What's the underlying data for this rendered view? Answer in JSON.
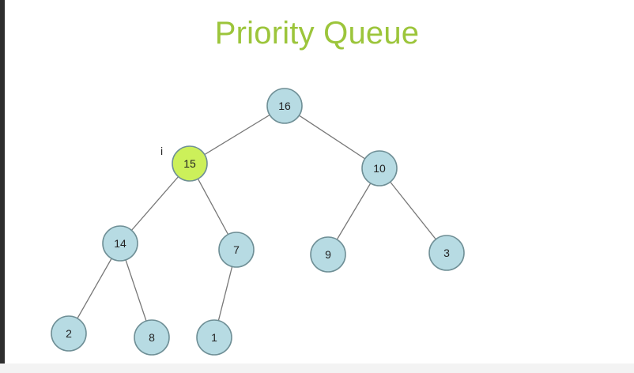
{
  "title": "Priority Queue",
  "marker_label": "i",
  "colors": {
    "title": "#9cc53b",
    "node_fill": "#b7dbe3",
    "node_highlight_fill": "#ccf05a",
    "node_stroke": "#6f8f96",
    "edge": "#777777"
  },
  "tree": {
    "nodes": [
      {
        "id": "n16",
        "value": "16",
        "highlighted": false
      },
      {
        "id": "n15",
        "value": "15",
        "highlighted": true
      },
      {
        "id": "n10",
        "value": "10",
        "highlighted": false
      },
      {
        "id": "n14",
        "value": "14",
        "highlighted": false
      },
      {
        "id": "n7",
        "value": "7",
        "highlighted": false
      },
      {
        "id": "n9",
        "value": "9",
        "highlighted": false
      },
      {
        "id": "n3",
        "value": "3",
        "highlighted": false
      },
      {
        "id": "n2",
        "value": "2",
        "highlighted": false
      },
      {
        "id": "n8",
        "value": "8",
        "highlighted": false
      },
      {
        "id": "n1",
        "value": "1",
        "highlighted": false
      }
    ],
    "edges": [
      [
        "n16",
        "n15"
      ],
      [
        "n16",
        "n10"
      ],
      [
        "n15",
        "n14"
      ],
      [
        "n15",
        "n7"
      ],
      [
        "n10",
        "n9"
      ],
      [
        "n10",
        "n3"
      ],
      [
        "n14",
        "n2"
      ],
      [
        "n14",
        "n8"
      ],
      [
        "n7",
        "n1"
      ]
    ]
  }
}
